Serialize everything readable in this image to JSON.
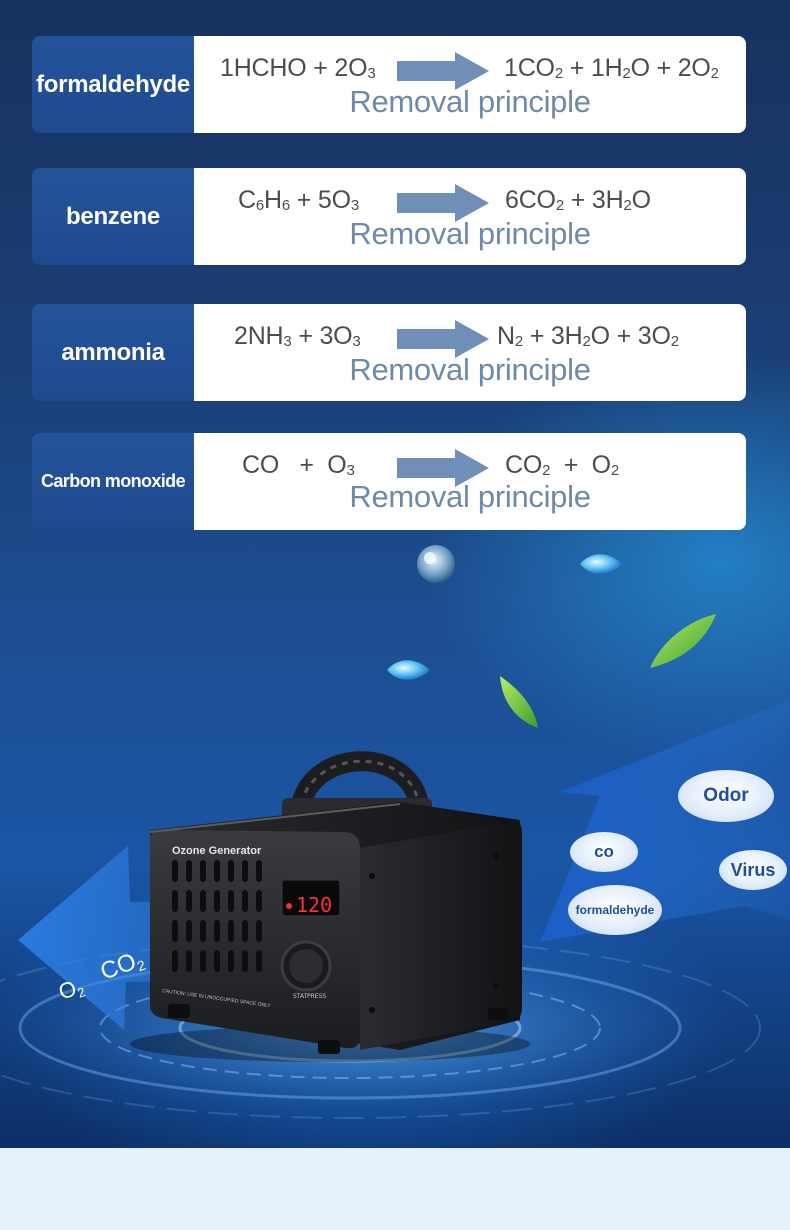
{
  "rows": [
    {
      "label": "formaldehyde",
      "lhs": [
        "1HCHO + 2O",
        "3"
      ],
      "rhs": [
        "1CO",
        "2",
        " + 1H",
        "2",
        "O + 2O",
        "2"
      ],
      "principle": "Removal principle"
    },
    {
      "label": "benzene",
      "lhs": [
        "C",
        "6",
        "H",
        "6",
        " + 5O",
        "3"
      ],
      "rhs": [
        "6CO",
        "2",
        " + 3H",
        "2",
        "O"
      ],
      "principle": "Removal principle"
    },
    {
      "label": "ammonia",
      "lhs": [
        "2NH",
        "3",
        " + 3O",
        "3"
      ],
      "rhs": [
        "N",
        "2",
        " + 3H",
        "2",
        "O + 3O",
        "2"
      ],
      "principle": "Removal principle"
    },
    {
      "label": "Carbon monoxide",
      "lhs": [
        "CO   +  O",
        "3"
      ],
      "rhs": [
        "CO",
        "2",
        "  +  O",
        "2"
      ],
      "principle": "Removal principle"
    }
  ],
  "device": {
    "title": "Ozone Generator",
    "display": "120",
    "knob_left": "STAT",
    "knob_right": "PRESS",
    "caution": "CAUTION: USE IN UNOCCUPIED SPACE ONLY"
  },
  "output_gases": {
    "o2": "O",
    "o2_sub": "2",
    "co2": "CO",
    "co2_sub": "2"
  },
  "pollutants": {
    "odor": "Odor",
    "co": "co",
    "virus": "Virus",
    "formaldehyde": "formaldehyde"
  },
  "colors": {
    "label_bg": "#1f4a8e",
    "arrow": "#6f8fb6",
    "principle": "#6f8aa8",
    "bottom_band": "#e6f0f9"
  }
}
